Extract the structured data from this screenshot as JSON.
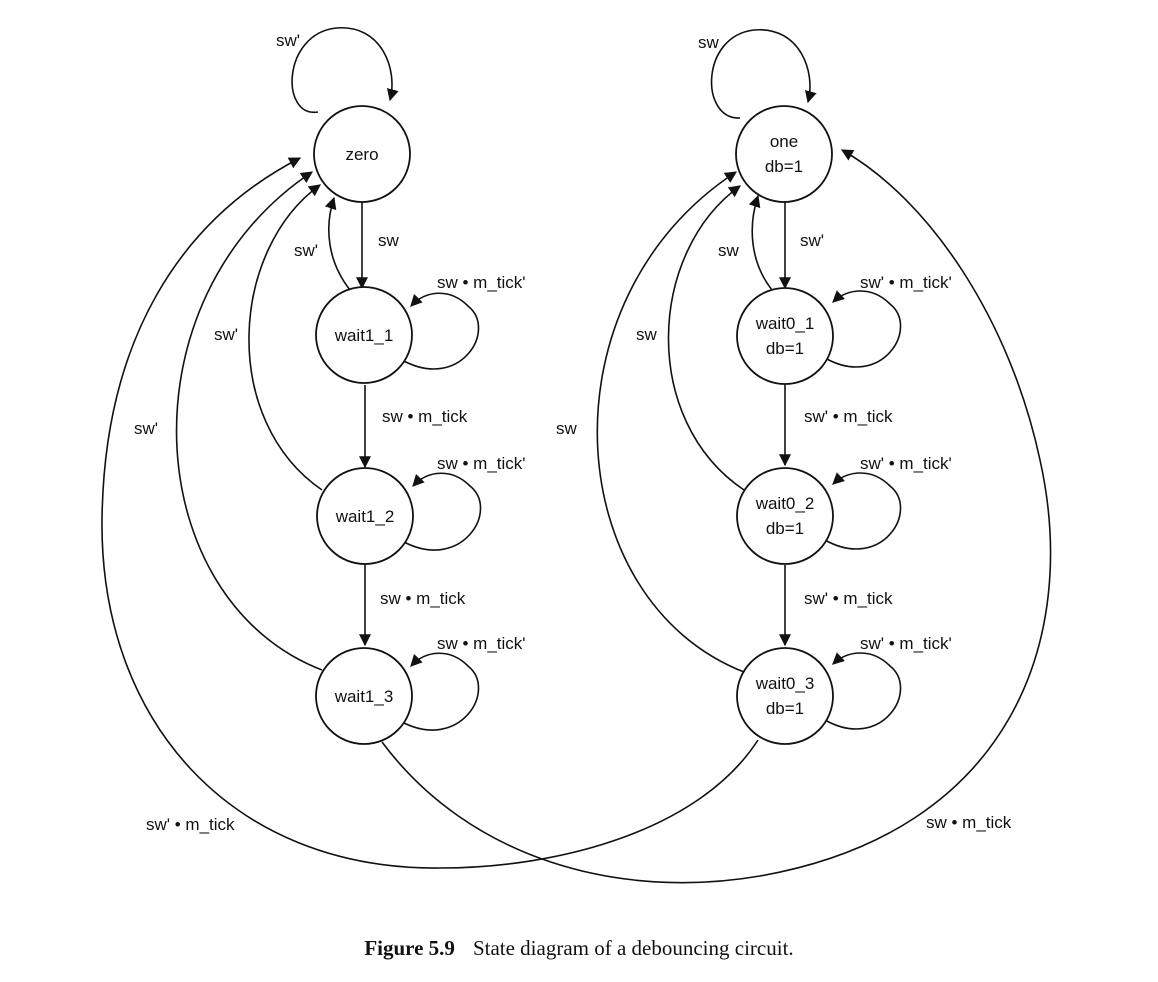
{
  "states": {
    "zero": [
      "zero"
    ],
    "wait1_1": [
      "wait1_1"
    ],
    "wait1_2": [
      "wait1_2"
    ],
    "wait1_3": [
      "wait1_3"
    ],
    "one": [
      "one",
      "db=1"
    ],
    "wait0_1": [
      "wait0_1",
      "db=1"
    ],
    "wait0_2": [
      "wait0_2",
      "db=1"
    ],
    "wait0_3": [
      "wait0_3",
      "db=1"
    ]
  },
  "transitions": {
    "zero_self": "sw'",
    "zero_to_wait1_1": "sw",
    "wait1_1_to_zero": "sw'",
    "wait1_1_self": "sw • m_tick'",
    "wait1_1_to_wait1_2": "sw • m_tick",
    "wait1_2_to_zero": "sw'",
    "wait1_2_self": "sw • m_tick'",
    "wait1_2_to_wait1_3": "sw • m_tick",
    "wait1_3_to_zero": "sw'",
    "wait1_3_self": "sw • m_tick'",
    "wait1_3_to_one": "sw • m_tick",
    "one_self": "sw",
    "one_to_wait0_1": "sw'",
    "wait0_1_to_one": "sw",
    "wait0_1_self": "sw' • m_tick'",
    "wait0_1_to_wait0_2": "sw' • m_tick",
    "wait0_2_to_one": "sw",
    "wait0_2_self": "sw' • m_tick'",
    "wait0_2_to_wait0_3": "sw' • m_tick",
    "wait0_3_to_one": "sw",
    "wait0_3_self": "sw' • m_tick'",
    "wait0_3_to_zero": "sw' • m_tick"
  },
  "caption": {
    "number": "Figure 5.9",
    "text": "State diagram of a debouncing circuit."
  }
}
